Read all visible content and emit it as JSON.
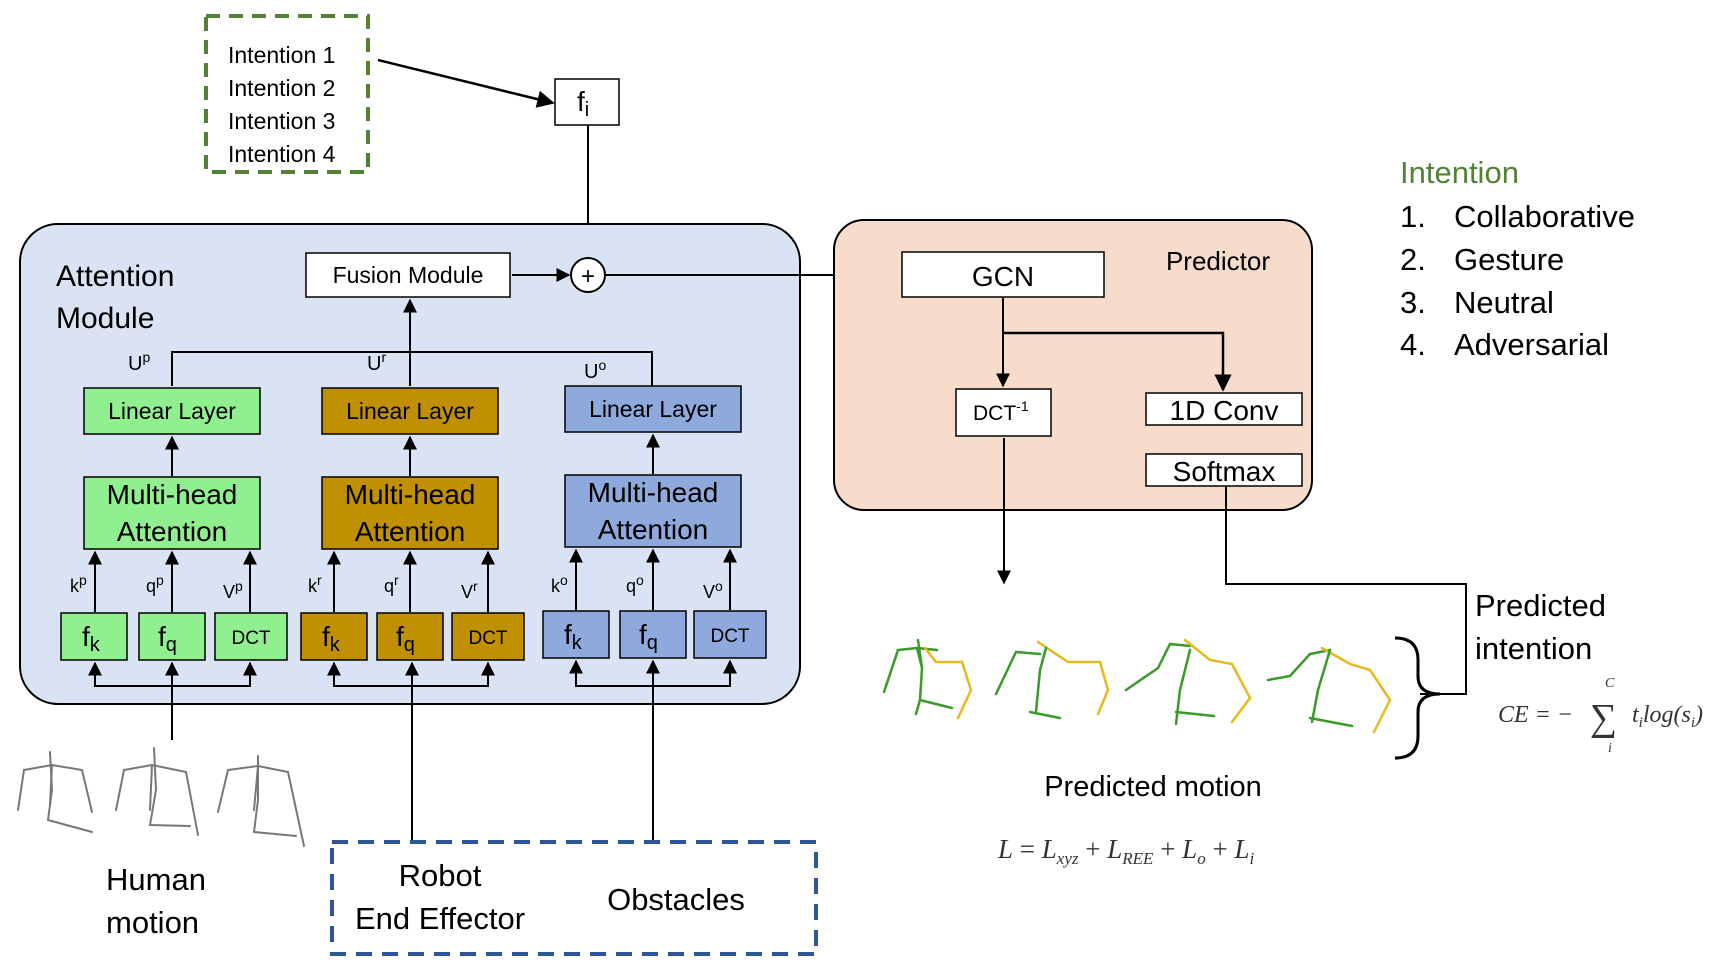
{
  "intentions_input": [
    "Intention 1",
    "Intention 2",
    "Intention 3",
    "Intention 4"
  ],
  "fi_label": "f",
  "fi_sub": "i",
  "plus": "+",
  "attention_title": [
    "Attention",
    "Module"
  ],
  "fusion_label": "Fusion Module",
  "branches": [
    {
      "u": "U",
      "u_sup": "p",
      "linear": "Linear Layer",
      "mha": [
        "Multi-head",
        "Attention"
      ],
      "kqv": [
        [
          "k",
          "p"
        ],
        [
          "q",
          "p"
        ],
        [
          "V",
          "p"
        ]
      ],
      "fk": "f",
      "fk_sub": "k",
      "fq": "f",
      "fq_sub": "q",
      "dct": "DCT"
    },
    {
      "u": "U",
      "u_sup": "r",
      "linear": "Linear Layer",
      "mha": [
        "Multi-head",
        "Attention"
      ],
      "kqv": [
        [
          "k",
          "r"
        ],
        [
          "q",
          "r"
        ],
        [
          "V",
          "r"
        ]
      ],
      "fk": "f",
      "fk_sub": "k",
      "fq": "f",
      "fq_sub": "q",
      "dct": "DCT"
    },
    {
      "u": "U",
      "u_sup": "o",
      "linear": "Linear Layer",
      "mha": [
        "Multi-head",
        "Attention"
      ],
      "kqv": [
        [
          "k",
          "o"
        ],
        [
          "q",
          "o"
        ],
        [
          "V",
          "o"
        ]
      ],
      "fk": "f",
      "fk_sub": "k",
      "fq": "f",
      "fq_sub": "q",
      "dct": "DCT"
    }
  ],
  "predictor": {
    "title": "Predictor",
    "gcn": "GCN",
    "idct": "DCT",
    "idct_sup": "-1",
    "conv": "1D Conv",
    "softmax": "Softmax"
  },
  "legend": {
    "title": "Intention",
    "items": [
      {
        "num": "1.",
        "label": "Collaborative"
      },
      {
        "num": "2.",
        "label": "Gesture"
      },
      {
        "num": "3.",
        "label": "Neutral"
      },
      {
        "num": "4.",
        "label": "Adversarial"
      }
    ]
  },
  "predicted_intention": [
    "Predicted",
    "intention"
  ],
  "ce_formula": "CE = −∑ t",
  "ce_parts": {
    "lhs": "CE = −",
    "sum": "∑",
    "top": "C",
    "bottom": "i",
    "rhs": "t",
    "rhs_sub": "i",
    "log": "log(s",
    "log_sub": "i",
    "close": ")"
  },
  "predicted_motion": "Predicted motion",
  "loss_parts": {
    "L": "L",
    "eq": " = ",
    "l1": "L",
    "s1": "xyz",
    "l2": "L",
    "s2": "REE",
    "l3": "L",
    "s3": "o",
    "l4": "L",
    "s4": "i",
    "plus": " + "
  },
  "human_motion": [
    "Human",
    "motion"
  ],
  "robot_ee": [
    "Robot",
    "End Effector"
  ],
  "obstacles": "Obstacles",
  "colors": {
    "green": "#90f090",
    "brown": "#c09000",
    "blue": "#8ea9db",
    "module_bg": "#dae3f3",
    "predictor_bg": "#f8dccb",
    "intention_green": "#538135",
    "dashed_blue": "#2f5597"
  }
}
